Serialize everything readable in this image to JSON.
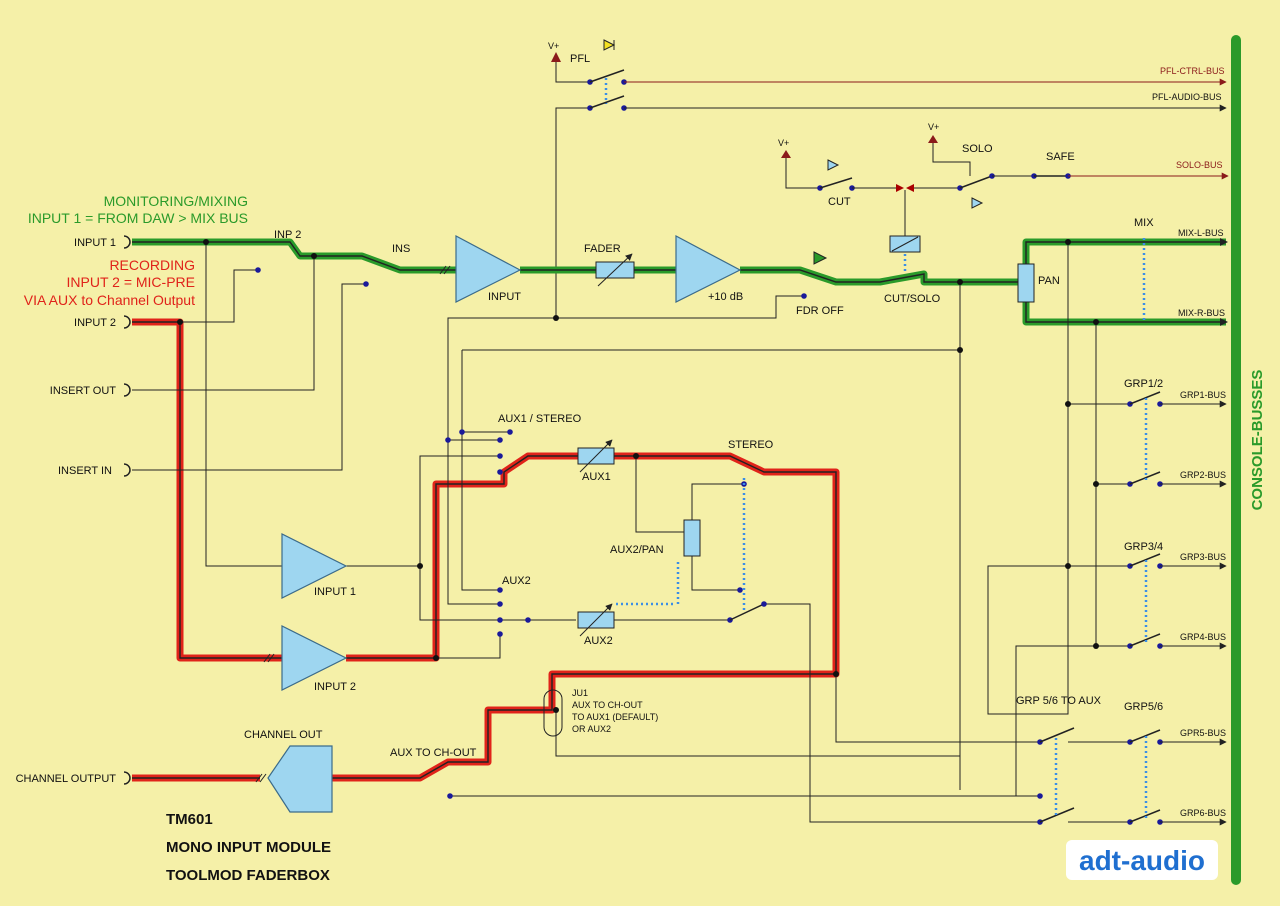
{
  "colors": {
    "background": "#f5f0a8",
    "monitoring_path": "#2a9a2a",
    "recording_path": "#e0231a",
    "component_fill": "#9ed6f0",
    "bus_bar": "#2a9a2a",
    "ctrl_bus": "#8b1a1a",
    "logo_text": "#1f6fd0"
  },
  "notes": {
    "monitoring_line1": "MONITORING/MIXING",
    "monitoring_line2": "INPUT 1 = FROM DAW > MIX BUS",
    "recording_line1": "RECORDING",
    "recording_line2": "INPUT 2 = MIC-PRE",
    "recording_line3": "VIA AUX to Channel Output"
  },
  "jacks": {
    "input1": "INPUT 1",
    "input2": "INPUT 2",
    "insert_out": "INSERT OUT",
    "insert_in": "INSERT IN",
    "channel_output": "CHANNEL OUTPUT"
  },
  "labels": {
    "v_plus": "V+",
    "pfl": "PFL",
    "solo": "SOLO",
    "safe": "SAFE",
    "cut": "CUT",
    "inp2": "INP 2",
    "ins": "INS",
    "input_amp": "INPUT",
    "fader": "FADER",
    "plus10db": "+10 dB",
    "fdr_off": "FDR OFF",
    "cut_solo": "CUT/SOLO",
    "pan": "PAN",
    "mix": "MIX",
    "aux1_stereo": "AUX1 / STEREO",
    "aux1": "AUX1",
    "stereo": "STEREO",
    "aux2pan": "AUX2/PAN",
    "aux2_sw": "AUX2",
    "aux2": "AUX2",
    "input1_amp": "INPUT 1",
    "input2_amp": "INPUT 2",
    "grp12": "GRP1/2",
    "grp34": "GRP3/4",
    "grp56": "GRP5/6",
    "grp56_to_aux": "GRP 5/6 TO AUX",
    "ju1": "JU1",
    "ju1_line1": "AUX TO CH-OUT",
    "ju1_line2": "TO AUX1 (DEFAULT)",
    "ju1_line3": "OR AUX2",
    "channel_out": "CHANNEL OUT",
    "aux_to_chout": "AUX TO CH-OUT"
  },
  "buses": {
    "pfl_ctrl": "PFL-CTRL-BUS",
    "pfl_audio": "PFL-AUDIO-BUS",
    "solo": "SOLO-BUS",
    "mix_l": "MIX-L-BUS",
    "mix_r": "MIX-R-BUS",
    "grp1": "GRP1-BUS",
    "grp2": "GRP2-BUS",
    "grp3": "GRP3-BUS",
    "grp4": "GRP4-BUS",
    "grp5": "GPR5-BUS",
    "grp6": "GRP6-BUS",
    "console": "CONSOLE-BUSSES"
  },
  "title": {
    "line1": "TM601",
    "line2": "MONO INPUT MODULE",
    "line3": "TOOLMOD FADERBOX"
  },
  "logo": "adt-audio"
}
